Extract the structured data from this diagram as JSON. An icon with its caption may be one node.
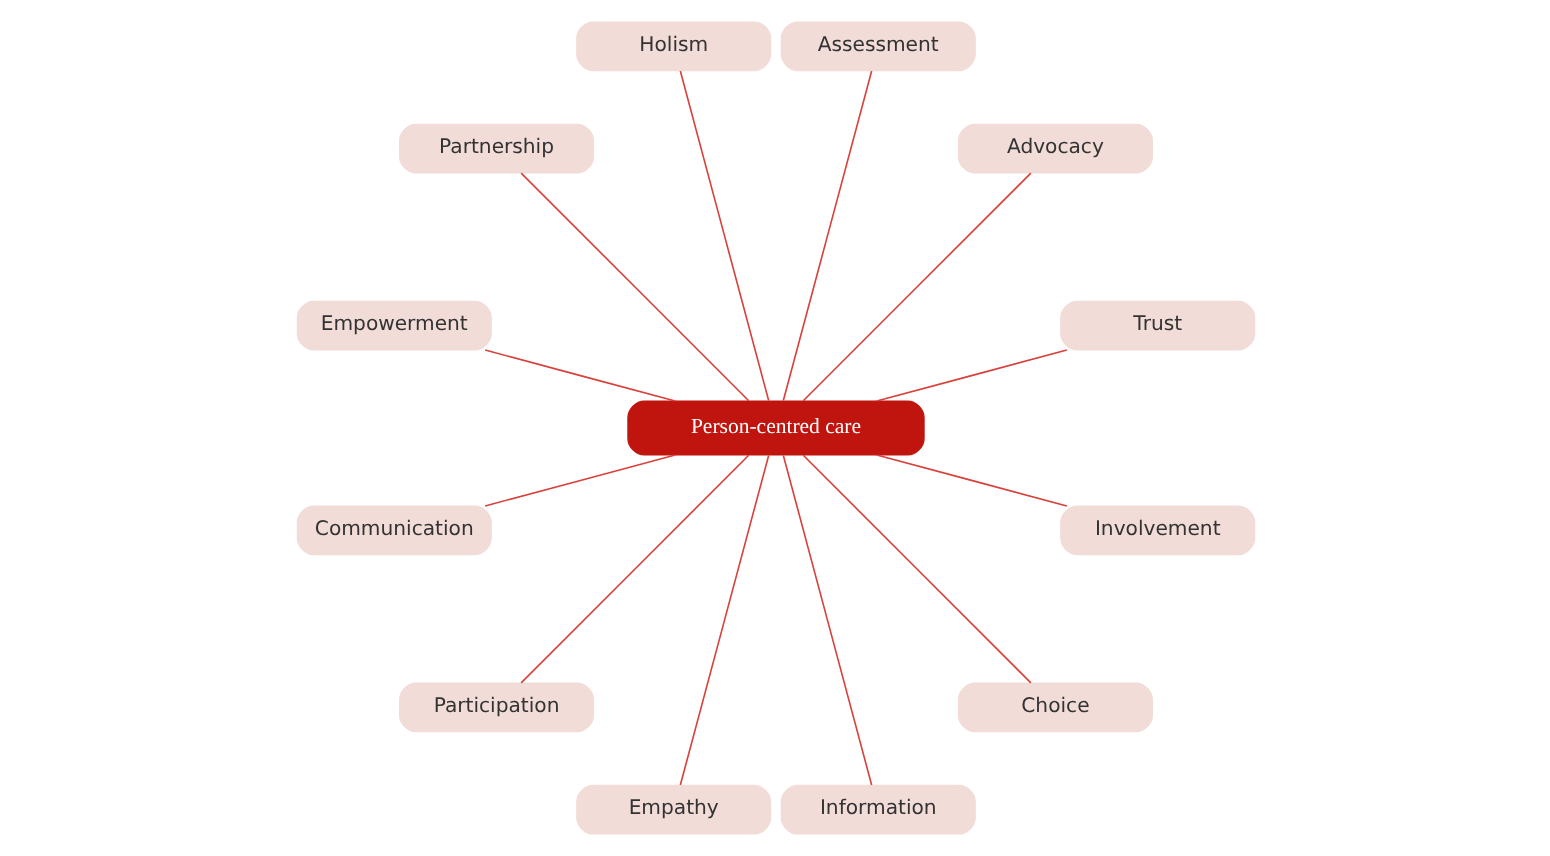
{
  "diagram": {
    "nodes": [
      {
        "text": [
          "Person-centred care"
        ]
      },
      {
        "text": [
          "Trust"
        ]
      },
      {
        "text": [
          "Advocacy"
        ]
      },
      {
        "text": [
          "Assessment"
        ]
      },
      {
        "text": [
          "Holism"
        ]
      },
      {
        "text": [
          "Partnership"
        ]
      },
      {
        "text": [
          "Empowerment"
        ]
      },
      {
        "text": [
          "Communication"
        ]
      },
      {
        "text": [
          "Participation"
        ]
      },
      {
        "text": [
          "Empathy"
        ]
      },
      {
        "text": [
          "Information"
        ]
      },
      {
        "text": [
          "Choice"
        ]
      },
      {
        "text": [
          "Involvement"
        ]
      }
    ],
    "edges": [
      {
        "from": 0,
        "to": 1,
        "arrow": "none"
      },
      {
        "from": 0,
        "to": 2,
        "arrow": "none"
      },
      {
        "from": 0,
        "to": 5,
        "arrow": "none"
      },
      {
        "from": 0,
        "to": 7,
        "arrow": "none"
      },
      {
        "from": 0,
        "to": 10,
        "arrow": "none"
      },
      {
        "from": 0,
        "to": 12,
        "arrow": "none"
      },
      {
        "from": 0,
        "to": 9,
        "arrow": "none"
      },
      {
        "from": 0,
        "to": 11,
        "arrow": "none"
      },
      {
        "from": 0,
        "to": 8,
        "arrow": "none"
      },
      {
        "from": 0,
        "to": 6,
        "arrow": "none"
      },
      {
        "from": 0,
        "to": 3,
        "arrow": "none"
      },
      {
        "from": 0,
        "to": 4,
        "arrow": "none"
      }
    ]
  }
}
